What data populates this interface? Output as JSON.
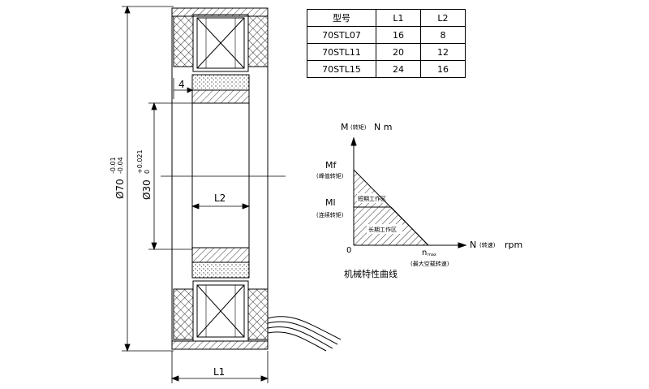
{
  "spec_table": {
    "headers": [
      "型号",
      "L1",
      "L2"
    ],
    "rows": [
      [
        "70STL07",
        "16",
        "8"
      ],
      [
        "70STL11",
        "20",
        "12"
      ],
      [
        "70STL15",
        "24",
        "16"
      ]
    ]
  },
  "drawing": {
    "dim_outer": "Ø70",
    "dim_outer_tol_upper": "-0.01",
    "dim_outer_tol_lower": "-0.04",
    "dim_bore": "Ø30",
    "dim_bore_tol_upper": "+0.021",
    "dim_bore_tol_lower": "0",
    "dim_gap": "4",
    "dim_l1": "L1",
    "dim_l2": "L2"
  },
  "curve": {
    "y_axis_label": "M",
    "y_axis_label_cn": "(转矩)",
    "y_axis_unit": "N m",
    "mf_label": "Mf",
    "mf_desc": "(峰值转矩)",
    "ml_label": "Ml",
    "ml_desc": "(连续转矩)",
    "zone_short": "短期工作区",
    "zone_long": "长期工作区",
    "origin": "0",
    "nmax_label": "n",
    "nmax_sub": "max",
    "nmax_desc": "(最大空载转速)",
    "x_axis_label": "N",
    "x_axis_label_cn": "(转速)",
    "x_axis_unit": "rpm",
    "caption": "机械特性曲线"
  }
}
